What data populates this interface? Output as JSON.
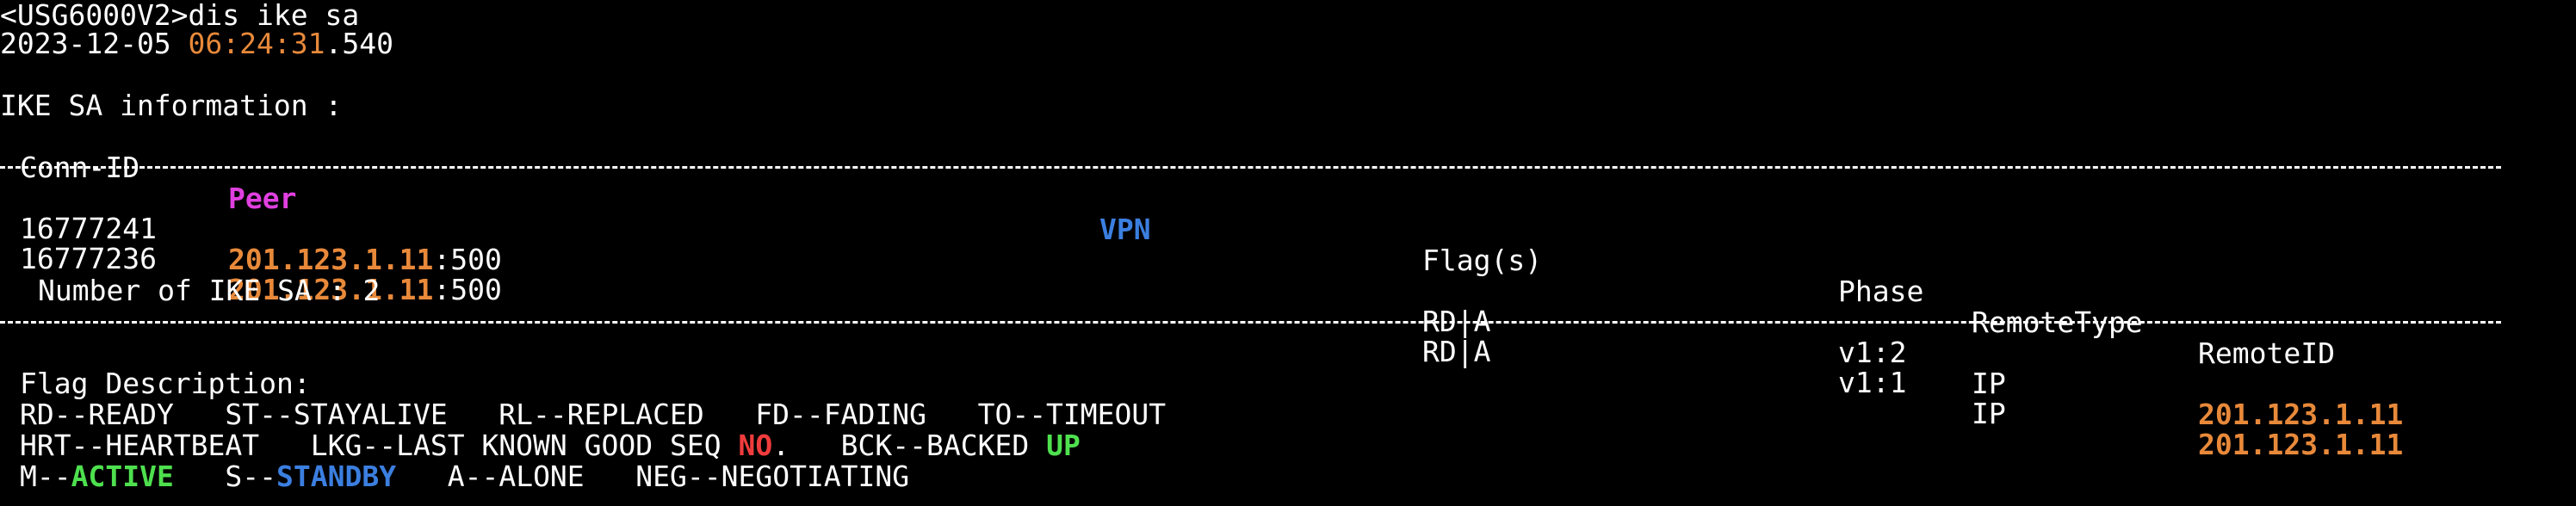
{
  "prompt": "<USG6000V2>dis ike sa",
  "timestamp": {
    "date": "2023-12-05 ",
    "time_hl": "06:24:31",
    "ms": ".540"
  },
  "section_title": "IKE SA information :",
  "headers": {
    "conn_id": "Conn-ID",
    "peer": "Peer",
    "vpn": "VPN",
    "flags": "Flag(s)",
    "phase": "Phase",
    "remote_type": "RemoteType",
    "remote_id": "RemoteID"
  },
  "rows": [
    {
      "conn_id": "16777241",
      "peer_ip": "201.123.1.11",
      "peer_port": ":500",
      "vpn": "",
      "flags": "RD|A",
      "phase": "v1:2",
      "remote_type": "IP",
      "remote_id": "201.123.1.11"
    },
    {
      "conn_id": "16777236",
      "peer_ip": "201.123.1.11",
      "peer_port": ":500",
      "vpn": "",
      "flags": "RD|A",
      "phase": "v1:1",
      "remote_type": "IP",
      "remote_id": "201.123.1.11"
    }
  ],
  "count_line": "Number of IKE SA : 2",
  "flag_desc": {
    "title": "Flag Description:",
    "line1": "RD--READY   ST--STAYALIVE   RL--REPLACED   FD--FADING   TO--TIMEOUT",
    "line2a": "HRT--HEARTBEAT   LKG--LAST KNOWN GOOD SEQ ",
    "line2_no": "NO",
    "line2b": ".   BCK--BACKED ",
    "line2_up": "UP",
    "line3a": "M--",
    "line3_active": "ACTIVE",
    "line3b": "   S--",
    "line3_standby": "STANDBY",
    "line3c": "   A--ALONE   NEG--NEGOTIATING"
  },
  "colors": {
    "background": "#000000",
    "text": "#ffffff",
    "ip_highlight": "#e8893a",
    "peer_header": "#e040e0",
    "vpn_header": "#3b7fe0",
    "no_keyword": "#f03c3c",
    "up_active": "#4ee04e"
  }
}
